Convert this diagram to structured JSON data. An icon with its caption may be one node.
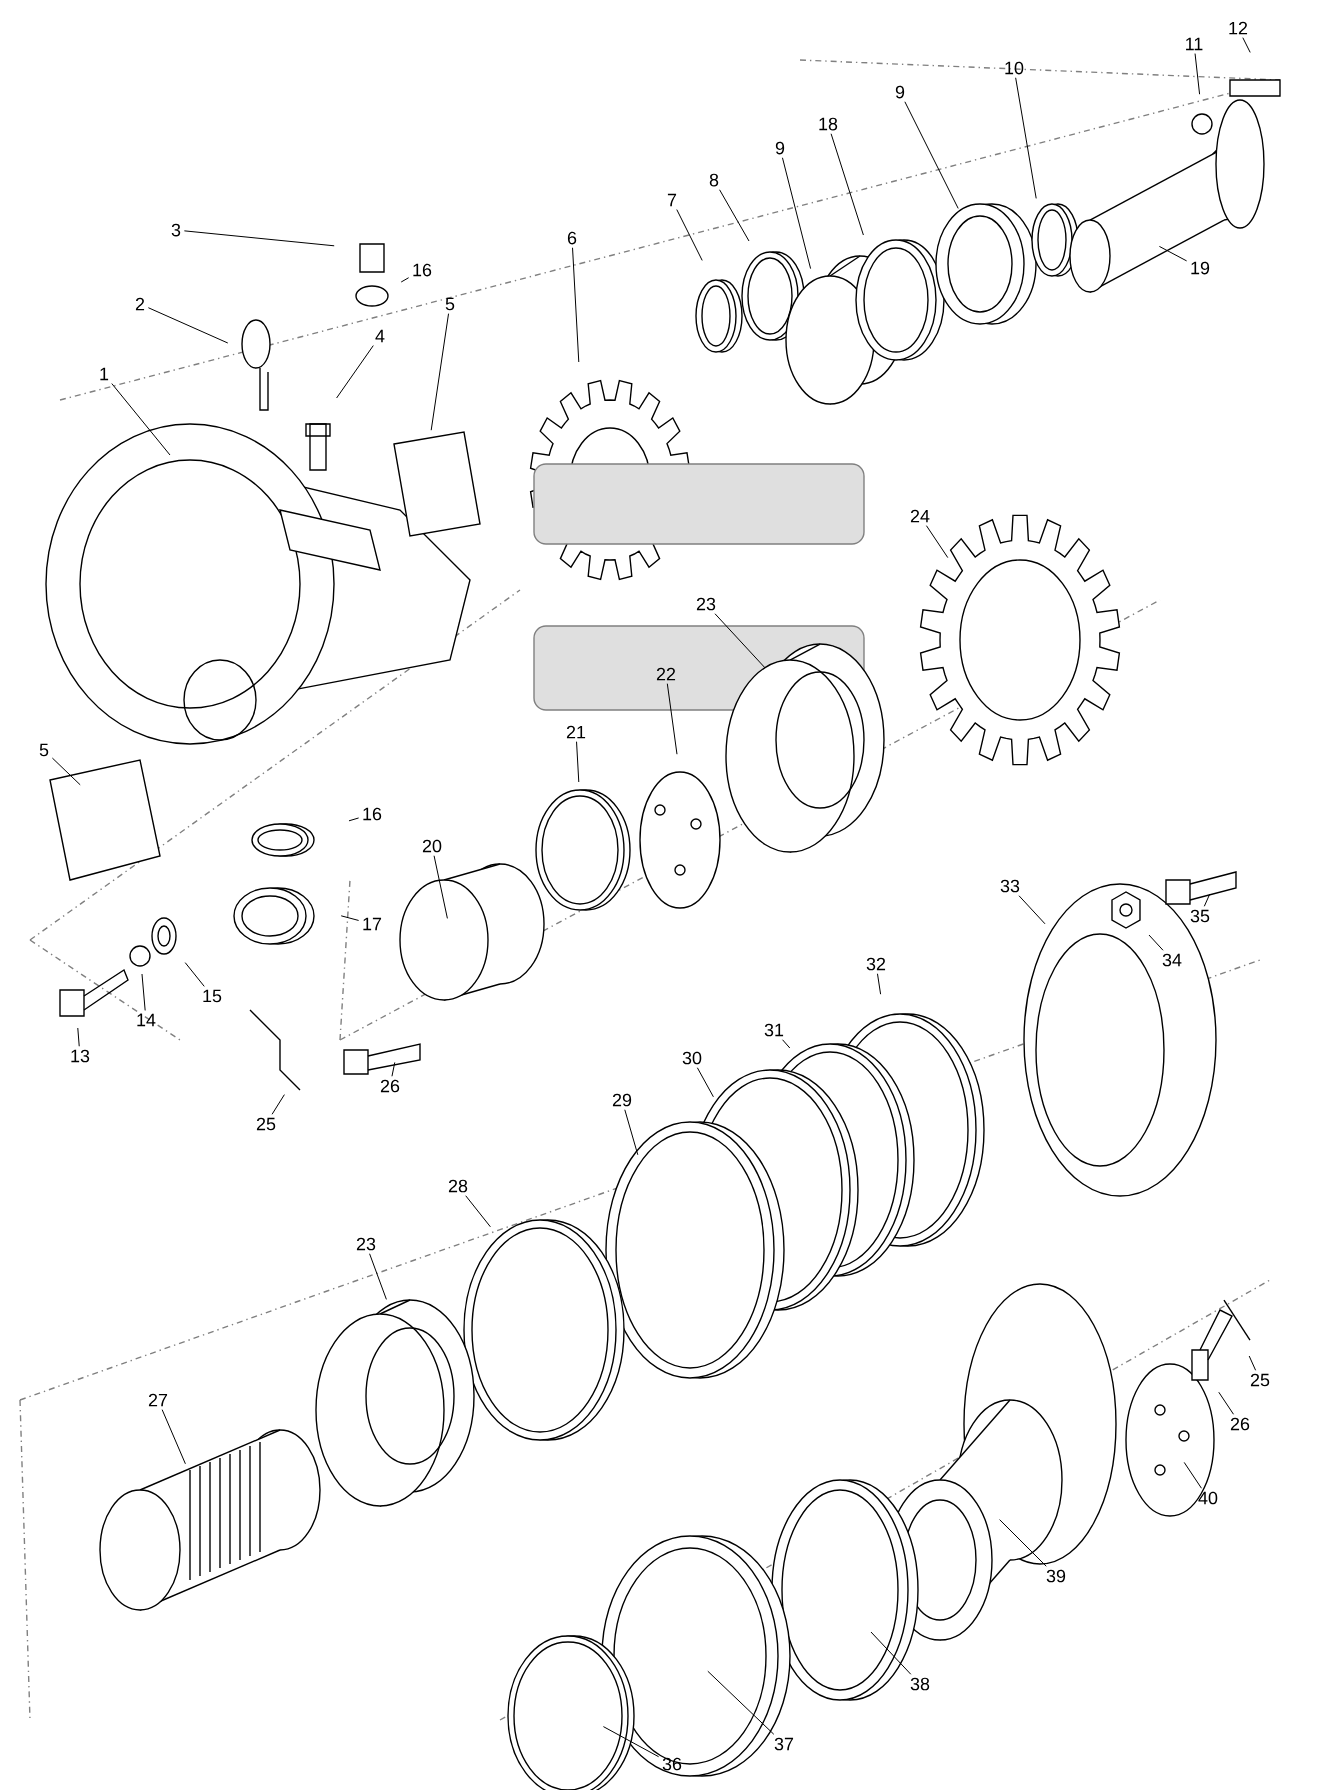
{
  "diagram": {
    "nodes": [
      {
        "text": [
          "3"
        ]
      },
      {
        "text": [
          "16"
        ]
      },
      {
        "text": [
          "2"
        ]
      },
      {
        "text": [
          "4"
        ]
      },
      {
        "text": [
          "5"
        ]
      },
      {
        "text": [
          "1"
        ]
      },
      {
        "text": [
          "6"
        ]
      },
      {
        "text": [
          "7"
        ]
      },
      {
        "text": [
          "8"
        ]
      },
      {
        "text": [
          "9"
        ]
      },
      {
        "text": [
          "18"
        ]
      },
      {
        "text": [
          "9"
        ]
      },
      {
        "text": [
          "10"
        ]
      },
      {
        "text": [
          "11"
        ]
      },
      {
        "text": [
          "12"
        ]
      },
      {
        "text": [
          "19"
        ]
      },
      {
        "text": [
          "24"
        ]
      },
      {
        "text": [
          "23"
        ]
      },
      {
        "text": [
          "22"
        ]
      },
      {
        "text": [
          "21"
        ]
      },
      {
        "text": [
          "20"
        ]
      },
      {
        "text": [
          "5"
        ]
      },
      {
        "text": [
          "16"
        ]
      },
      {
        "text": [
          "17"
        ]
      },
      {
        "text": [
          "15"
        ]
      },
      {
        "text": [
          "14"
        ]
      },
      {
        "text": [
          "13"
        ]
      },
      {
        "text": [
          "25"
        ]
      },
      {
        "text": [
          "26"
        ]
      },
      {
        "text": [
          "33"
        ]
      },
      {
        "text": [
          "34"
        ]
      },
      {
        "text": [
          "35"
        ]
      },
      {
        "text": [
          "32"
        ]
      },
      {
        "text": [
          "31"
        ]
      },
      {
        "text": [
          "30"
        ]
      },
      {
        "text": [
          "29"
        ]
      },
      {
        "text": [
          "28"
        ]
      },
      {
        "text": [
          "23"
        ]
      },
      {
        "text": [
          "27"
        ]
      },
      {
        "text": [
          "25"
        ]
      },
      {
        "text": [
          "26"
        ]
      },
      {
        "text": [
          "40"
        ]
      },
      {
        "text": [
          "39"
        ]
      },
      {
        "text": [
          "38"
        ]
      },
      {
        "text": [
          "37"
        ]
      },
      {
        "text": [
          "36"
        ]
      }
    ],
    "edges": [
      {
        "from": 0,
        "to": null,
        "arrow": "none"
      },
      {
        "from": 1,
        "to": null,
        "arrow": "none"
      },
      {
        "from": 2,
        "to": null,
        "arrow": "none"
      },
      {
        "from": 3,
        "to": null,
        "arrow": "none"
      },
      {
        "from": 4,
        "to": null,
        "arrow": "none"
      },
      {
        "from": 5,
        "to": null,
        "arrow": "none"
      },
      {
        "from": 6,
        "to": null,
        "arrow": "none"
      },
      {
        "from": 7,
        "to": null,
        "arrow": "none"
      },
      {
        "from": 8,
        "to": null,
        "arrow": "none"
      },
      {
        "from": 9,
        "to": null,
        "arrow": "none"
      },
      {
        "from": 10,
        "to": null,
        "arrow": "none"
      },
      {
        "from": 11,
        "to": null,
        "arrow": "none"
      },
      {
        "from": 12,
        "to": null,
        "arrow": "none"
      },
      {
        "from": 13,
        "to": null,
        "arrow": "none"
      },
      {
        "from": 14,
        "to": null,
        "arrow": "none"
      },
      {
        "from": 15,
        "to": null,
        "arrow": "none"
      },
      {
        "from": 16,
        "to": null,
        "arrow": "none"
      },
      {
        "from": 17,
        "to": null,
        "arrow": "none"
      },
      {
        "from": 18,
        "to": null,
        "arrow": "none"
      },
      {
        "from": 19,
        "to": null,
        "arrow": "none"
      },
      {
        "from": 20,
        "to": null,
        "arrow": "none"
      },
      {
        "from": 21,
        "to": null,
        "arrow": "none"
      },
      {
        "from": 22,
        "to": null,
        "arrow": "none"
      },
      {
        "from": 23,
        "to": null,
        "arrow": "none"
      },
      {
        "from": 24,
        "to": null,
        "arrow": "none"
      },
      {
        "from": 25,
        "to": null,
        "arrow": "none"
      },
      {
        "from": 26,
        "to": null,
        "arrow": "none"
      },
      {
        "from": 27,
        "to": null,
        "arrow": "none"
      },
      {
        "from": 28,
        "to": null,
        "arrow": "none"
      },
      {
        "from": 29,
        "to": null,
        "arrow": "none"
      },
      {
        "from": 30,
        "to": null,
        "arrow": "none"
      },
      {
        "from": 31,
        "to": null,
        "arrow": "none"
      },
      {
        "from": 32,
        "to": null,
        "arrow": "none"
      },
      {
        "from": 33,
        "to": null,
        "arrow": "none"
      },
      {
        "from": 34,
        "to": null,
        "arrow": "none"
      },
      {
        "from": 35,
        "to": null,
        "arrow": "none"
      },
      {
        "from": 36,
        "to": null,
        "arrow": "none"
      },
      {
        "from": 37,
        "to": null,
        "arrow": "none"
      },
      {
        "from": 38,
        "to": null,
        "arrow": "none"
      },
      {
        "from": 39,
        "to": null,
        "arrow": "none"
      },
      {
        "from": 40,
        "to": null,
        "arrow": "none"
      },
      {
        "from": 41,
        "to": null,
        "arrow": "none"
      },
      {
        "from": 42,
        "to": null,
        "arrow": "none"
      },
      {
        "from": 43,
        "to": null,
        "arrow": "none"
      },
      {
        "from": 44,
        "to": null,
        "arrow": "none"
      },
      {
        "from": 45,
        "to": null,
        "arrow": "none"
      }
    ]
  }
}
